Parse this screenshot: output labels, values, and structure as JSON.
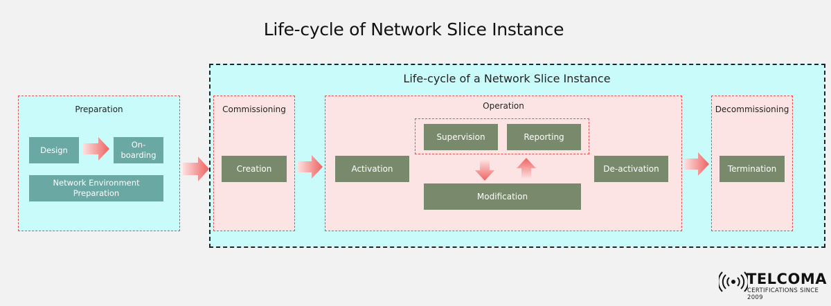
{
  "title": "Life-cycle of Network Slice Instance",
  "outer_title": "Life-cycle of a Network Slice Instance",
  "preparation": {
    "label": "Preparation",
    "design": "Design",
    "onboarding": "On-\nboarding",
    "network_env": "Network Environment Preparation"
  },
  "commissioning": {
    "label": "Commissioning",
    "creation": "Creation"
  },
  "operation": {
    "label": "Operation",
    "activation": "Activation",
    "supervision": "Supervision",
    "reporting": "Reporting",
    "modification": "Modification",
    "deactivation": "De-activation"
  },
  "decommissioning": {
    "label": "Decommissioning",
    "termination": "Termination"
  },
  "logo": {
    "name": "TELCOMA",
    "tagline": "CERTIFICATIONS SINCE 2009"
  },
  "colors": {
    "cyan_fill": "#c9fbfb",
    "pink_fill": "#fde4e4",
    "teal_button": "#6aa8a4",
    "olive_button": "#798a6c",
    "dashed_red": "#e05050",
    "arrow_red": "#ee6a6a"
  }
}
